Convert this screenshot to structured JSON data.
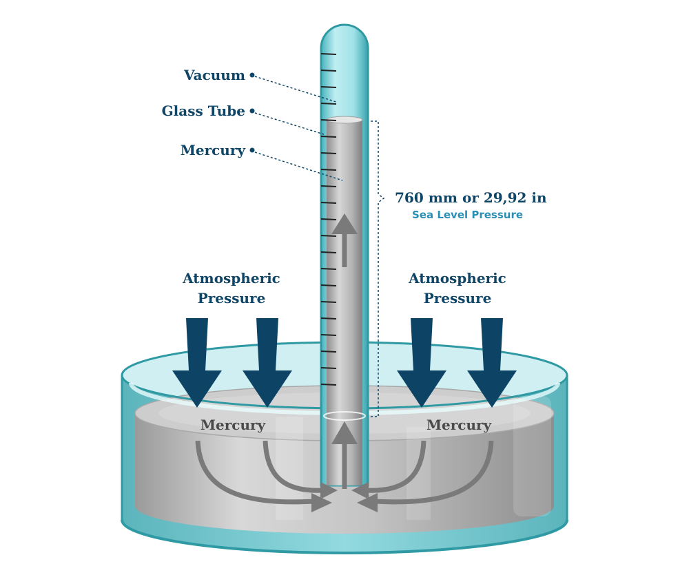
{
  "labels": {
    "vacuum": "Vacuum",
    "glass_tube": "Glass Tube",
    "mercury_tube": "Mercury",
    "height": "760 mm or 29,92 in",
    "height_sub": "Sea Level Pressure",
    "atm_left_line1": "Atmospheric",
    "atm_left_line2": "Pressure",
    "atm_right_line1": "Atmospheric",
    "atm_right_line2": "Pressure",
    "mercury_left": "Mercury",
    "mercury_right": "Mercury"
  },
  "colors": {
    "label_dark_blue": "#0f4566",
    "label_light_blue": "#2a8fb5",
    "arrow_dark_blue": "#0d4466",
    "glass_teal": "#5fc6cf",
    "glass_edge": "#2f9aa3",
    "mercury_gray": "#b8b8b8",
    "flow_arrow_gray": "#7a7a7a"
  }
}
